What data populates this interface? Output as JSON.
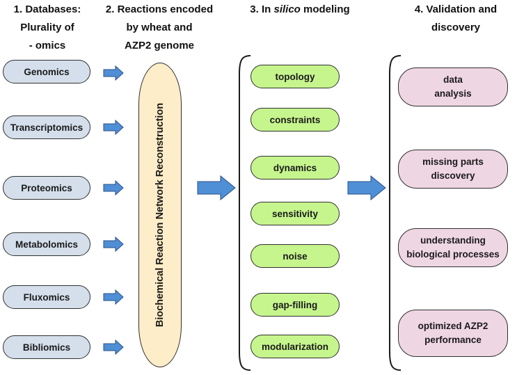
{
  "headers": {
    "databases": {
      "line1": "1.  Databases:",
      "line2": "Plurality of",
      "line3": "- omics"
    },
    "reactions": {
      "line1": "2. Reactions encoded",
      "line2": "by wheat and",
      "line3": "AZP2 genome"
    },
    "modeling": {
      "prefix": "3. In ",
      "italic": "silico",
      "suffix": " modeling"
    },
    "validation": {
      "line1": "4.  Validation and",
      "line2": "discovery"
    }
  },
  "omics": [
    "Genomics",
    "Transcriptomics",
    "Proteomics",
    "Metabolomics",
    "Fluxomics",
    "Bibliomics"
  ],
  "reconstruction_label": "Biochemical Reaction Network Reconstruction",
  "modeling_items": [
    "topology",
    "constraints",
    "dynamics",
    "sensitivity",
    "noise",
    "gap-filling",
    "modularization"
  ],
  "validation_items": [
    {
      "line1": "data",
      "line2": "analysis"
    },
    {
      "line1": "missing parts",
      "line2": "discovery"
    },
    {
      "line1": "understanding",
      "line2": "biological processes"
    },
    {
      "line1": "optimized AZP2",
      "line2": "performance"
    }
  ],
  "colors": {
    "omics_fill": "#d4dfeb",
    "reconstruction_fill": "#fdedc8",
    "modeling_fill": "#c6f58d",
    "validation_fill": "#efd6e3",
    "arrow_fill": "#4f8fd6"
  }
}
